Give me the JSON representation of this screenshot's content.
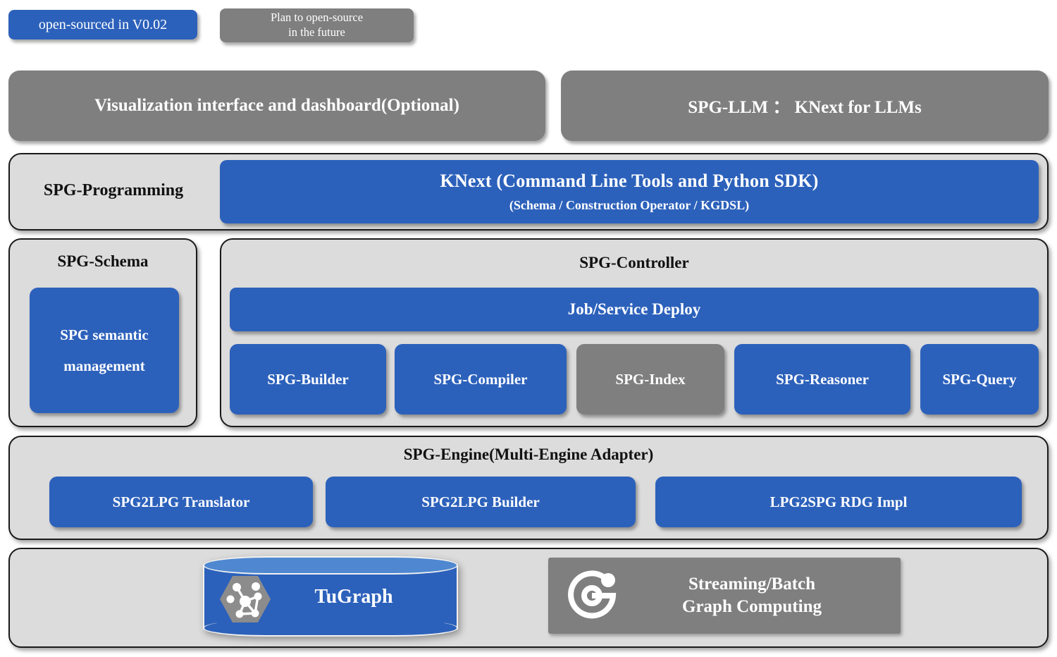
{
  "legend": {
    "open_sourced": "open-sourced in V0.02",
    "planned_line1": "Plan to open-source",
    "planned_line2": "in the future"
  },
  "colors": {
    "open_sourced_blue": "#2C61BB",
    "planned_gray": "#7F7F7F",
    "panel_gray": "#DCDCDC",
    "cylinder_top_blue": "#4F88D0"
  },
  "row_top": {
    "visualization": "Visualization interface and dashboard(Optional)",
    "spg_llm": "SPG-LLM ：  KNext for LLMs"
  },
  "programming": {
    "label": "SPG-Programming",
    "knext_title": "KNext   (Command Line Tools  and Python SDK)",
    "knext_subtitle": "(Schema / Construction Operator / KGDSL)"
  },
  "schema": {
    "title": "SPG-Schema",
    "box_line1": "SPG semantic",
    "box_line2": "management"
  },
  "controller": {
    "title": "SPG-Controller",
    "deploy": "Job/Service Deploy",
    "items": [
      {
        "label": "SPG-Builder",
        "status": "open-sourced"
      },
      {
        "label": "SPG-Compiler",
        "status": "open-sourced"
      },
      {
        "label": "SPG-Index",
        "status": "planned"
      },
      {
        "label": "SPG-Reasoner",
        "status": "open-sourced"
      },
      {
        "label": "SPG-Query",
        "status": "open-sourced"
      }
    ]
  },
  "engine": {
    "title": "SPG-Engine(Multi-Engine Adapter)",
    "items": [
      {
        "label": "SPG2LPG Translator",
        "status": "open-sourced"
      },
      {
        "label": "SPG2LPG Builder",
        "status": "open-sourced"
      },
      {
        "label": "LPG2SPG RDG Impl",
        "status": "open-sourced"
      }
    ]
  },
  "storage": {
    "tugraph": {
      "label": "TuGraph",
      "icon": "tugraph-hexagon-graph-icon",
      "status": "open-sourced"
    },
    "streaming": {
      "line1": "Streaming/Batch",
      "line2": "Graph Computing",
      "icon": "geaflow-g-ring-icon",
      "status": "planned"
    }
  }
}
